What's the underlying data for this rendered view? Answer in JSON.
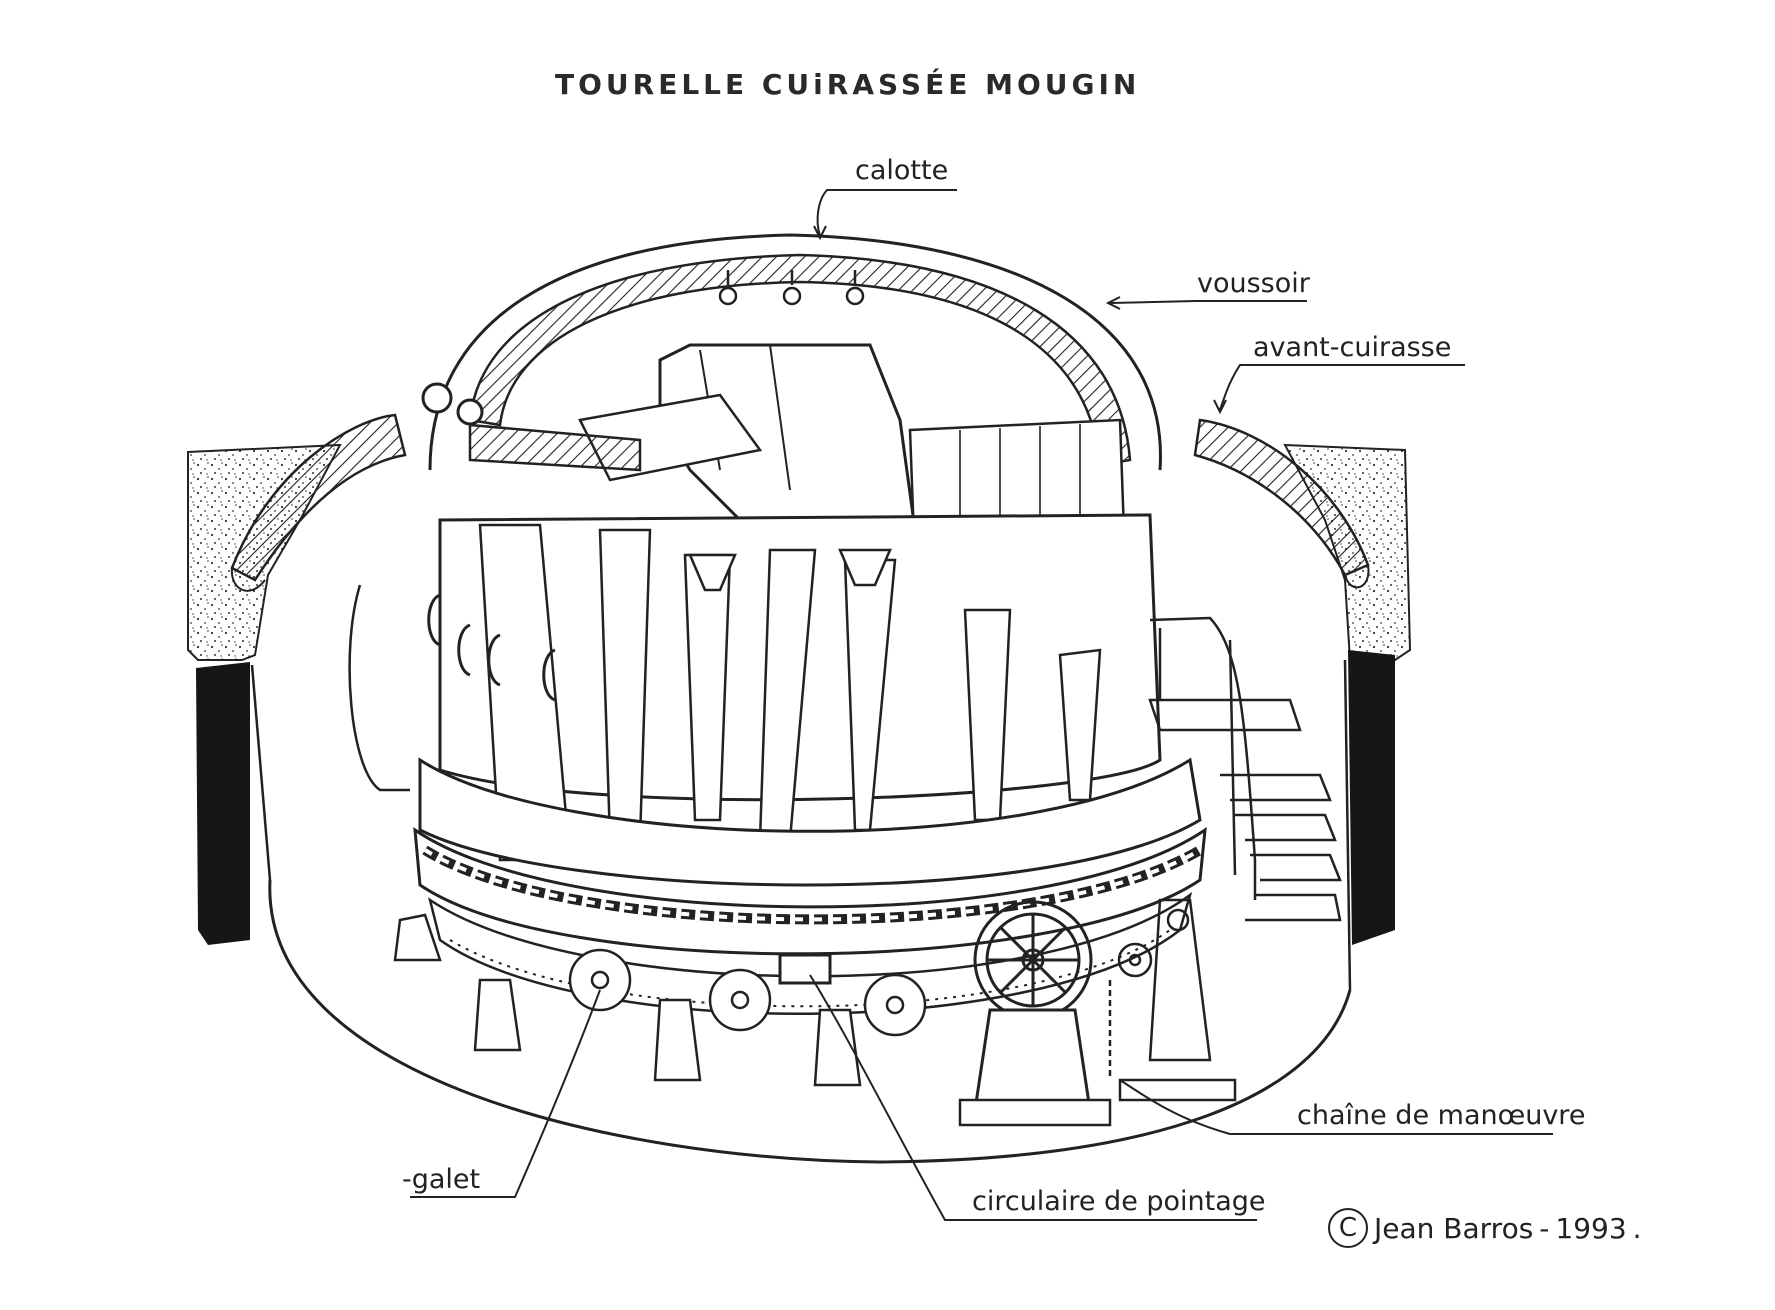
{
  "title": "TOURELLE CUiRASSÉE MOUGIN",
  "labels": {
    "calotte": "calotte",
    "voussoir": "voussoir",
    "avant_cuirasse": "avant-cuirasse",
    "chaine": "chaîne de manœuvre",
    "circulaire": "circulaire de pointage",
    "galet": "galet"
  },
  "credit": {
    "symbol": "C",
    "author": "Jean Barros",
    "year": "1993"
  }
}
